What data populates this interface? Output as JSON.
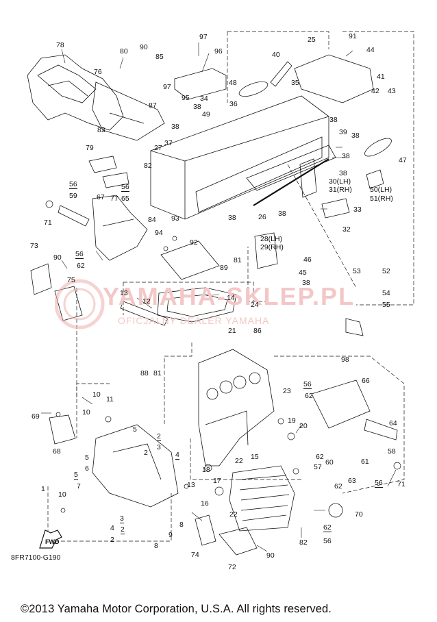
{
  "diagram_code": "8FR7100-G190",
  "copyright": "©2013 Yamaha Motor Corporation, U.S.A. All rights reserved.",
  "watermark": {
    "brand": "YAMAHA-SKLEP.PL",
    "tagline": "OFICJALNY DEALER YAMAHA"
  },
  "fwd_label": "FWD",
  "callouts": [
    {
      "id": "78",
      "text": "78"
    },
    {
      "id": "80",
      "text": "80"
    },
    {
      "id": "90a",
      "text": "90"
    },
    {
      "id": "85",
      "text": "85"
    },
    {
      "id": "97a",
      "text": "97"
    },
    {
      "id": "96",
      "text": "96"
    },
    {
      "id": "25",
      "text": "25"
    },
    {
      "id": "91",
      "text": "91"
    },
    {
      "id": "44",
      "text": "44"
    },
    {
      "id": "40",
      "text": "40"
    },
    {
      "id": "76",
      "text": "76"
    },
    {
      "id": "48",
      "text": "48"
    },
    {
      "id": "35",
      "text": "35"
    },
    {
      "id": "41",
      "text": "41"
    },
    {
      "id": "42",
      "text": "42"
    },
    {
      "id": "43",
      "text": "43"
    },
    {
      "id": "97b",
      "text": "97"
    },
    {
      "id": "95",
      "text": "95"
    },
    {
      "id": "87",
      "text": "87"
    },
    {
      "id": "34",
      "text": "34"
    },
    {
      "id": "36",
      "text": "36"
    },
    {
      "id": "38a",
      "text": "38"
    },
    {
      "id": "49",
      "text": "49"
    },
    {
      "id": "38b",
      "text": "38"
    },
    {
      "id": "83",
      "text": "83"
    },
    {
      "id": "37",
      "text": "37"
    },
    {
      "id": "38c",
      "text": "38"
    },
    {
      "id": "39",
      "text": "39"
    },
    {
      "id": "38d",
      "text": "38"
    },
    {
      "id": "79",
      "text": "79"
    },
    {
      "id": "27",
      "text": "27"
    },
    {
      "id": "82a",
      "text": "82"
    },
    {
      "id": "38e",
      "text": "38"
    },
    {
      "id": "47",
      "text": "47"
    },
    {
      "id": "38f",
      "text": "38"
    },
    {
      "id": "56a",
      "text": "56"
    },
    {
      "id": "59",
      "text": "59"
    },
    {
      "id": "56b",
      "text": "56"
    },
    {
      "id": "65",
      "text": "65"
    },
    {
      "id": "77",
      "text": "77"
    },
    {
      "id": "30",
      "text": "30(LH)"
    },
    {
      "id": "31",
      "text": "31(RH)"
    },
    {
      "id": "50",
      "text": "50(LH)"
    },
    {
      "id": "51",
      "text": "51(RH)"
    },
    {
      "id": "67",
      "text": "67"
    },
    {
      "id": "84",
      "text": "84"
    },
    {
      "id": "93",
      "text": "93"
    },
    {
      "id": "38g",
      "text": "38"
    },
    {
      "id": "26",
      "text": "26"
    },
    {
      "id": "38h",
      "text": "38"
    },
    {
      "id": "33",
      "text": "33"
    },
    {
      "id": "71a",
      "text": "71"
    },
    {
      "id": "32",
      "text": "32"
    },
    {
      "id": "94",
      "text": "94"
    },
    {
      "id": "92",
      "text": "92"
    },
    {
      "id": "28",
      "text": "28(LH)"
    },
    {
      "id": "29",
      "text": "29(RH)"
    },
    {
      "id": "73",
      "text": "73"
    },
    {
      "id": "56c",
      "text": "56"
    },
    {
      "id": "62a",
      "text": "62"
    },
    {
      "id": "89",
      "text": "89"
    },
    {
      "id": "81a",
      "text": "81"
    },
    {
      "id": "46",
      "text": "46"
    },
    {
      "id": "90b",
      "text": "90"
    },
    {
      "id": "53",
      "text": "53"
    },
    {
      "id": "52",
      "text": "52"
    },
    {
      "id": "45",
      "text": "45"
    },
    {
      "id": "75",
      "text": "75"
    },
    {
      "id": "38i",
      "text": "38"
    },
    {
      "id": "54",
      "text": "54"
    },
    {
      "id": "13a",
      "text": "13"
    },
    {
      "id": "14",
      "text": "14"
    },
    {
      "id": "55",
      "text": "55"
    },
    {
      "id": "12",
      "text": "12"
    },
    {
      "id": "24",
      "text": "24"
    },
    {
      "id": "21",
      "text": "21"
    },
    {
      "id": "86",
      "text": "86"
    },
    {
      "id": "98",
      "text": "98"
    },
    {
      "id": "88",
      "text": "88"
    },
    {
      "id": "81b",
      "text": "81"
    },
    {
      "id": "66",
      "text": "66"
    },
    {
      "id": "56d",
      "text": "56"
    },
    {
      "id": "62b",
      "text": "62"
    },
    {
      "id": "10a",
      "text": "10"
    },
    {
      "id": "11",
      "text": "11"
    },
    {
      "id": "23",
      "text": "23"
    },
    {
      "id": "69",
      "text": "69"
    },
    {
      "id": "10b",
      "text": "10"
    },
    {
      "id": "64",
      "text": "64"
    },
    {
      "id": "19",
      "text": "19"
    },
    {
      "id": "20",
      "text": "20"
    },
    {
      "id": "68",
      "text": "68"
    },
    {
      "id": "5a",
      "text": "5"
    },
    {
      "id": "2a",
      "text": "2"
    },
    {
      "id": "3a",
      "text": "3"
    },
    {
      "id": "58",
      "text": "58"
    },
    {
      "id": "2b",
      "text": "2"
    },
    {
      "id": "62c",
      "text": "62"
    },
    {
      "id": "60",
      "text": "60"
    },
    {
      "id": "61",
      "text": "61"
    },
    {
      "id": "22a",
      "text": "22"
    },
    {
      "id": "5b",
      "text": "5"
    },
    {
      "id": "6",
      "text": "6"
    },
    {
      "id": "4a",
      "text": "4"
    },
    {
      "id": "15",
      "text": "15"
    },
    {
      "id": "57",
      "text": "57"
    },
    {
      "id": "71b",
      "text": "71"
    },
    {
      "id": "18",
      "text": "18"
    },
    {
      "id": "1",
      "text": "1"
    },
    {
      "id": "5c",
      "text": "5"
    },
    {
      "id": "7",
      "text": "7"
    },
    {
      "id": "17",
      "text": "17"
    },
    {
      "id": "63",
      "text": "63"
    },
    {
      "id": "56e",
      "text": "56"
    },
    {
      "id": "62d",
      "text": "62"
    },
    {
      "id": "13b",
      "text": "13"
    },
    {
      "id": "10c",
      "text": "10"
    },
    {
      "id": "16",
      "text": "16"
    },
    {
      "id": "70",
      "text": "70"
    },
    {
      "id": "3b",
      "text": "3"
    },
    {
      "id": "22b",
      "text": "22"
    },
    {
      "id": "4b",
      "text": "4"
    },
    {
      "id": "2c",
      "text": "2"
    },
    {
      "id": "8a",
      "text": "8"
    },
    {
      "id": "9",
      "text": "9"
    },
    {
      "id": "62e",
      "text": "62"
    },
    {
      "id": "2d",
      "text": "2"
    },
    {
      "id": "56f",
      "text": "56"
    },
    {
      "id": "8b",
      "text": "8"
    },
    {
      "id": "74",
      "text": "74"
    },
    {
      "id": "82b",
      "text": "82"
    },
    {
      "id": "90c",
      "text": "90"
    },
    {
      "id": "72",
      "text": "72"
    }
  ]
}
